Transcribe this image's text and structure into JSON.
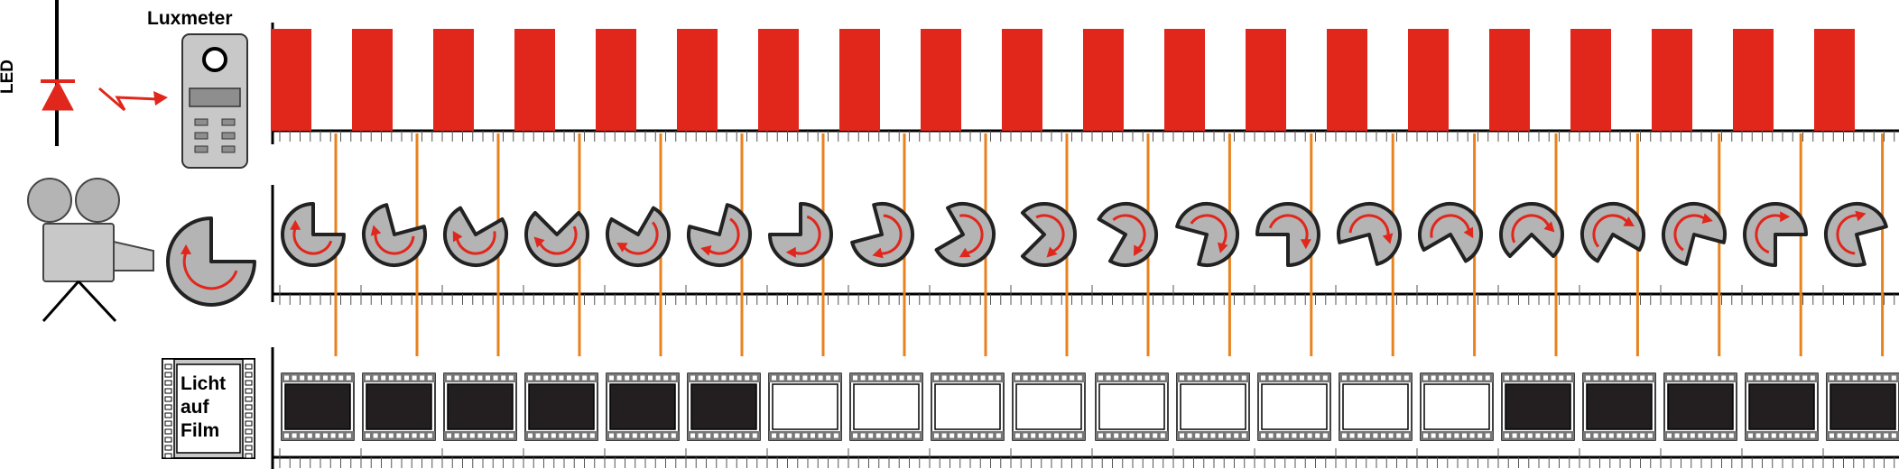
{
  "labels": {
    "led": "LED",
    "luxmeter": "Luxmeter",
    "film_line1": "Licht",
    "film_line2": "auf",
    "film_line3": "Film"
  },
  "colors": {
    "pulse": "#e1261c",
    "sync_line": "#e8821e",
    "shutter_fill": "#b4b4b4",
    "shutter_arrow": "#e1261c",
    "exposed_frame": "#231f20",
    "axis": "#000000",
    "device": "#c8c8c8"
  },
  "icons": [
    "led-diode-icon",
    "light-ray-icon",
    "luxmeter-icon",
    "camera-icon",
    "shutter-icon",
    "film-strip-icon"
  ],
  "sequence": {
    "pulse_count": 20,
    "shutter_count": 20,
    "frame_count": 20,
    "frame_exposure": [
      1,
      1,
      1,
      1,
      1,
      1,
      0,
      0,
      0,
      0,
      0,
      0,
      0,
      0,
      0,
      1,
      1,
      1,
      1,
      1
    ]
  }
}
